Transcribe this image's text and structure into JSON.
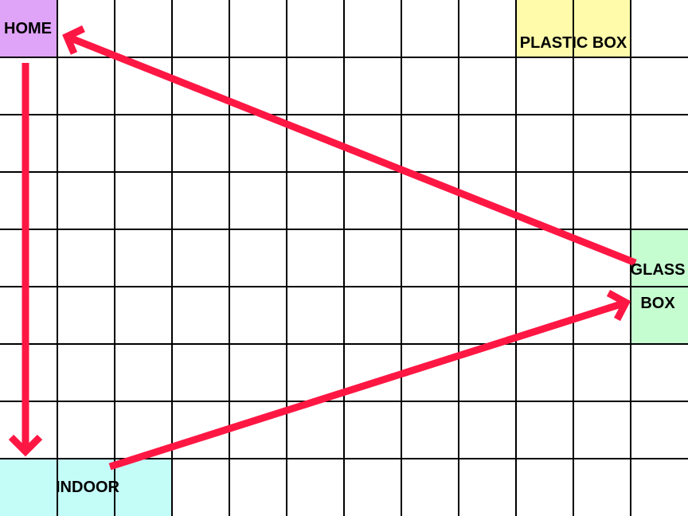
{
  "grid": {
    "columns": 12,
    "rows": 9,
    "line_color": "#000000",
    "background": "#ffffff"
  },
  "zones": {
    "home": {
      "label": "HOME",
      "color": "#dfa3f7"
    },
    "plastic_box": {
      "label": "PLASTIC BOX",
      "color": "#fffbaa"
    },
    "glass_box": {
      "label_line1": "GLASS",
      "label_line2": "BOX",
      "color": "#c5fdd0"
    },
    "indoor": {
      "label": "INDOOR",
      "color": "#c4fcf8"
    }
  },
  "arrows": {
    "color": "#ff1744",
    "items": [
      {
        "from": "home",
        "to": "indoor"
      },
      {
        "from": "indoor",
        "to": "glass_box"
      },
      {
        "from": "glass_box",
        "to": "home"
      }
    ]
  }
}
